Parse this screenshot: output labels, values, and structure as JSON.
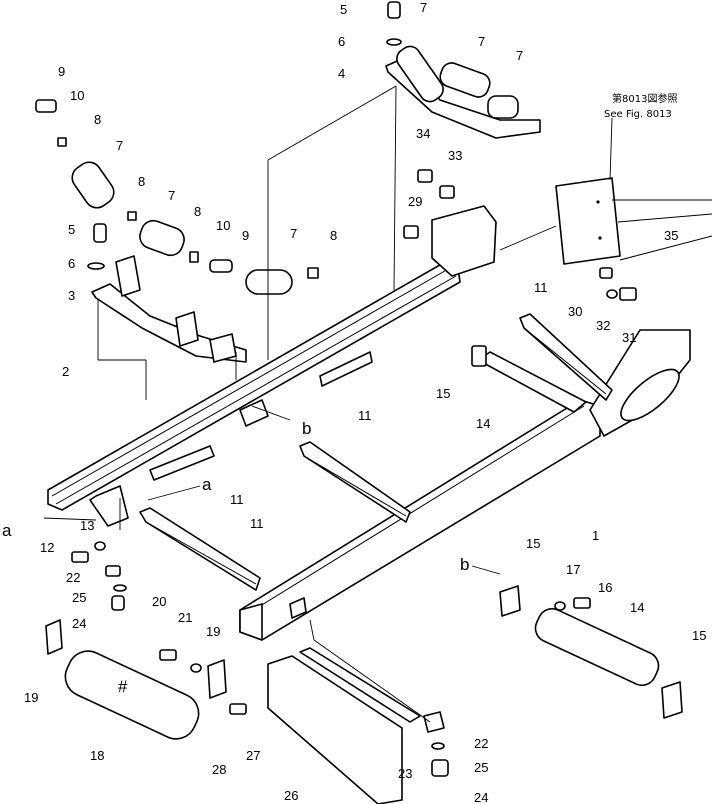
{
  "figure": {
    "reference_jp": "第8013図参照",
    "reference_en": "See Fig. 8013",
    "view_labels": {
      "a": "a",
      "b": "b"
    },
    "roller_mark": "#"
  },
  "callouts": [
    "1",
    "2",
    "3",
    "4",
    "5",
    "5",
    "6",
    "6",
    "7",
    "7",
    "7",
    "7",
    "7",
    "7",
    "8",
    "8",
    "8",
    "8",
    "9",
    "9",
    "10",
    "10",
    "11",
    "11",
    "11",
    "11",
    "12",
    "13",
    "14",
    "14",
    "15",
    "15",
    "15",
    "16",
    "17",
    "18",
    "19",
    "19",
    "20",
    "21",
    "22",
    "22",
    "23",
    "24",
    "24",
    "25",
    "25",
    "26",
    "27",
    "28",
    "29",
    "30",
    "31",
    "32",
    "33",
    "34",
    "35"
  ]
}
